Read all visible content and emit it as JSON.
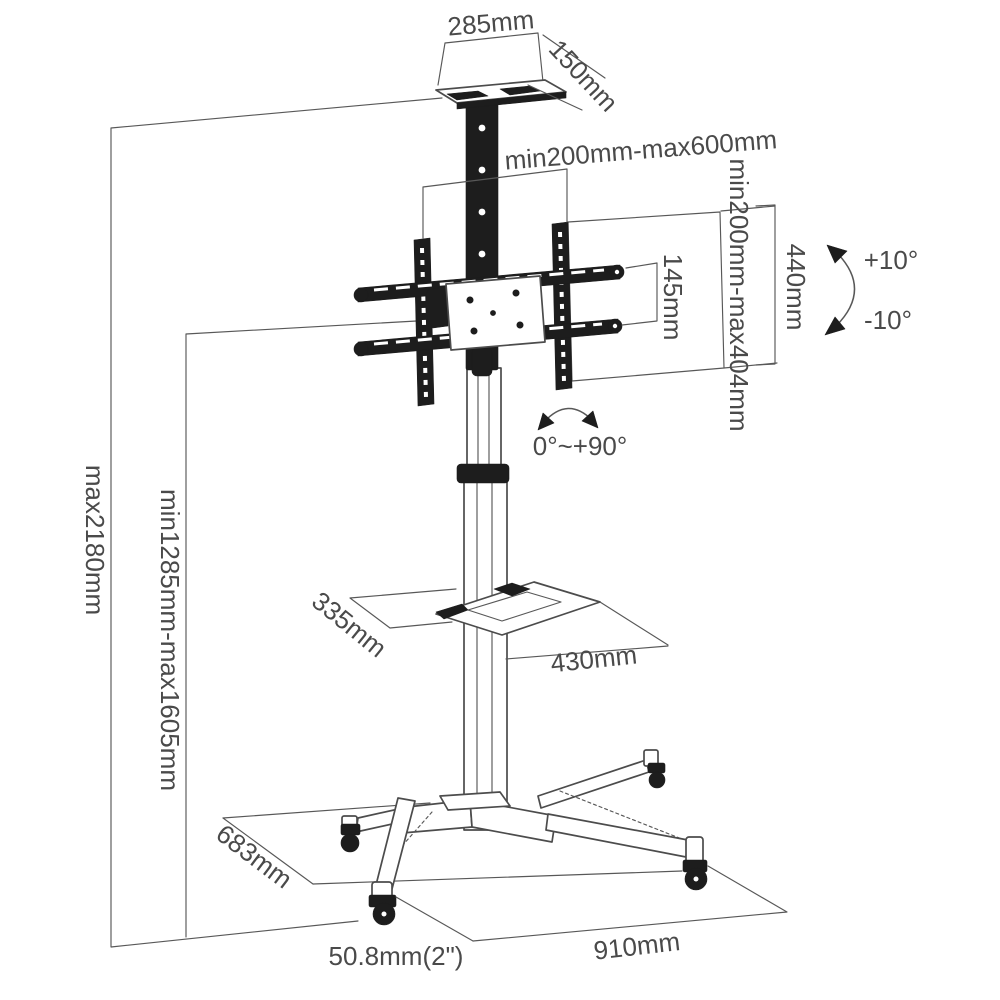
{
  "diagram": {
    "labels": {
      "top_shelf_width": "285mm",
      "top_shelf_depth": "150mm",
      "bracket_width_range": "min200mm-max600mm",
      "bracket_height_range": "min200mm-max404mm",
      "bracket_height": "440mm",
      "tilt_up": "+10°",
      "tilt_down": "-10°",
      "rail_hole_spacing": "145mm",
      "swivel_range": "0°~+90°",
      "total_height": "max2180mm",
      "screen_center_height_range": "min1285mm-max1605mm",
      "shelf_depth": "335mm",
      "shelf_width": "430mm",
      "base_depth": "683mm",
      "caster_size": "50.8mm(2\")",
      "base_width": "910mm"
    },
    "colors": {
      "background": "#ffffff",
      "line": "#585858",
      "dark_parts": "#1d1d1d",
      "text": "#4a4a4a"
    }
  }
}
